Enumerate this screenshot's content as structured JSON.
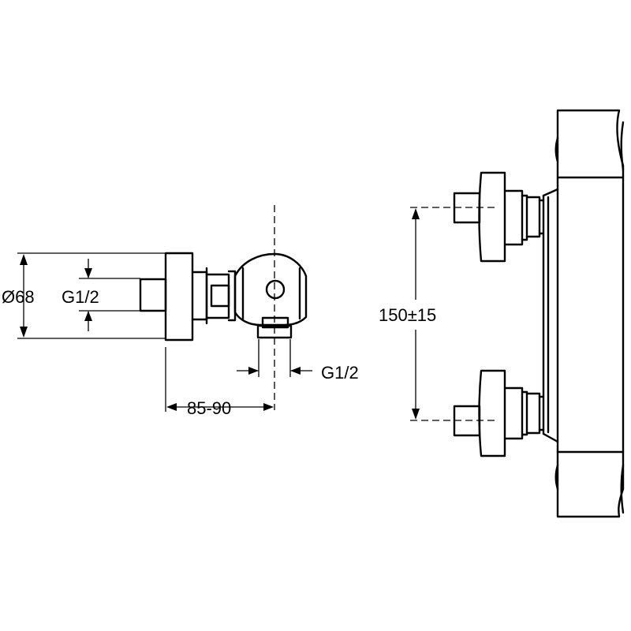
{
  "labels": {
    "diameter": "Ø68",
    "inlet_thread_left": "G1/2",
    "outlet_thread": "G1/2",
    "wall_distance": "85-90",
    "center_distance": "150±15"
  }
}
